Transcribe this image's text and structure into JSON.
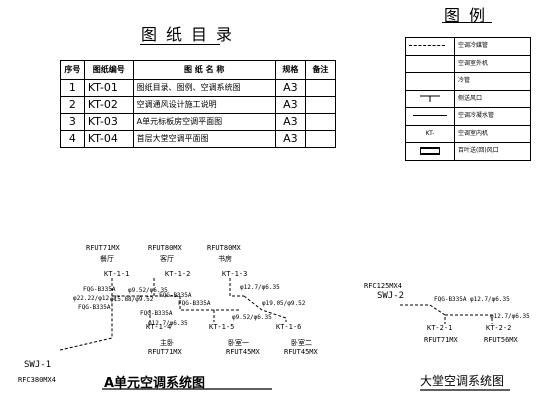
{
  "drawing_index": {
    "title": "图纸目录",
    "headers": {
      "seq": "序号",
      "num": "图纸编号",
      "name": "图 纸 名 称",
      "size": "规格",
      "note": "备注"
    },
    "rows": [
      {
        "seq": "1",
        "num": "KT-01",
        "name": "图纸目录、图例、空调系统图",
        "size": "A3",
        "note": ""
      },
      {
        "seq": "2",
        "num": "KT-02",
        "name": "空调通风设计施工说明",
        "size": "A3",
        "note": ""
      },
      {
        "seq": "3",
        "num": "KT-03",
        "name": "A单元标板房空调平面图",
        "size": "A3",
        "note": ""
      },
      {
        "seq": "4",
        "num": "KT-04",
        "name": "首层大堂空调平面图",
        "size": "A3",
        "note": ""
      }
    ]
  },
  "legend": {
    "title": "图例",
    "items": [
      {
        "symbol": "",
        "label": "空调冷媒管"
      },
      {
        "symbol": "",
        "label": "空调室外机"
      },
      {
        "symbol": "",
        "label": "冷管"
      },
      {
        "symbol": "",
        "label": "侧送风口"
      },
      {
        "symbol": "",
        "label": "空调冷凝水管"
      },
      {
        "symbol": "KT-",
        "label": "空调室内机"
      },
      {
        "symbol": "",
        "label": "百叶送(回)风口"
      }
    ]
  },
  "system_a": {
    "title": "A单元空调系统图",
    "outdoor_unit": "SWJ-1",
    "outdoor_model": "RFC380MX4",
    "units": [
      {
        "model": "RFUT71MX",
        "room": "餐厅",
        "tag": "KT-1-1"
      },
      {
        "model": "RFUT80MX",
        "room": "客厅",
        "tag": "KT-1-2"
      },
      {
        "model": "RFUT80MX",
        "room": "书房",
        "tag": "KT-1-3"
      },
      {
        "model": "RFUT71MX",
        "room": "主卧",
        "tag": "KT-1-4"
      },
      {
        "model": "RFUT45MX",
        "room": "卧室一",
        "tag": "KT-1-5"
      },
      {
        "model": "RFUT45MX",
        "room": "卧室二",
        "tag": "KT-1-6"
      }
    ],
    "pipe_labels": {
      "main": "φ22.22/φ12.7",
      "branch1": "φ15.88/φ9.52",
      "branch2": "φ12.7/φ6.35",
      "branch3": "φ9.52/φ6.35",
      "branch4": "φ19.05/φ9.52",
      "branch5": "φ12.7/φ6.35",
      "branch6": "φ9.52/φ6.35",
      "joint1": "FQG-B335A",
      "joint2": "FQG-B335A",
      "joint3": "FQG-B335A",
      "joint4": "FQG-B335A",
      "joint5": "FQG-B335A",
      "joint6": "FQG-B335A"
    }
  },
  "system_lobby": {
    "title": "大堂空调系统图",
    "outdoor_unit": "SWJ-2",
    "outdoor_model": "RFC125MX4",
    "units": [
      {
        "model": "RFUT71MX",
        "tag": "KT-2-1"
      },
      {
        "model": "RFUT56MX",
        "tag": "KT-2-2"
      }
    ],
    "pipe_labels": {
      "main": "φ12.7/φ6.35",
      "joint": "FQG-B335A",
      "branch": "φ12.7/φ6.35"
    }
  }
}
